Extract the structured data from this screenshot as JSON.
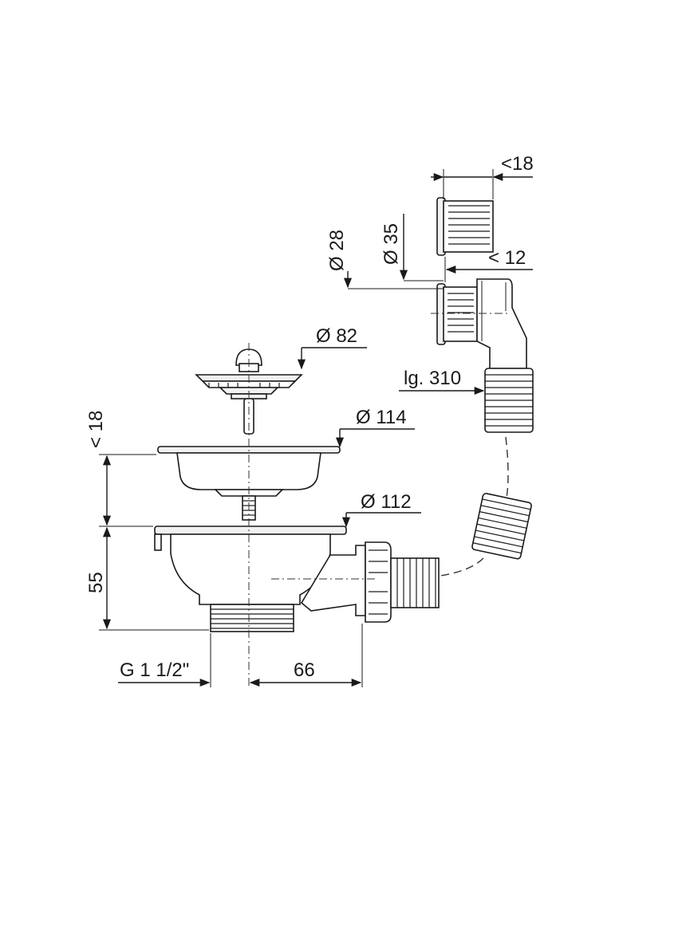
{
  "diagram": {
    "dimensions": {
      "overflow_top_depth": "<18",
      "overflow_top_diameter": "Ø 35",
      "overflow_bottom_diameter": "Ø 28",
      "overflow_bottom_depth": "< 12",
      "hose_length": "lg. 310",
      "strainer_diameter": "Ø 82",
      "flange_depth": "< 18",
      "flange_diameter": "Ø 114",
      "body_diameter": "Ø 112",
      "body_height": "55",
      "thread_size": "G 1 1/2\"",
      "outlet_offset": "66"
    }
  }
}
